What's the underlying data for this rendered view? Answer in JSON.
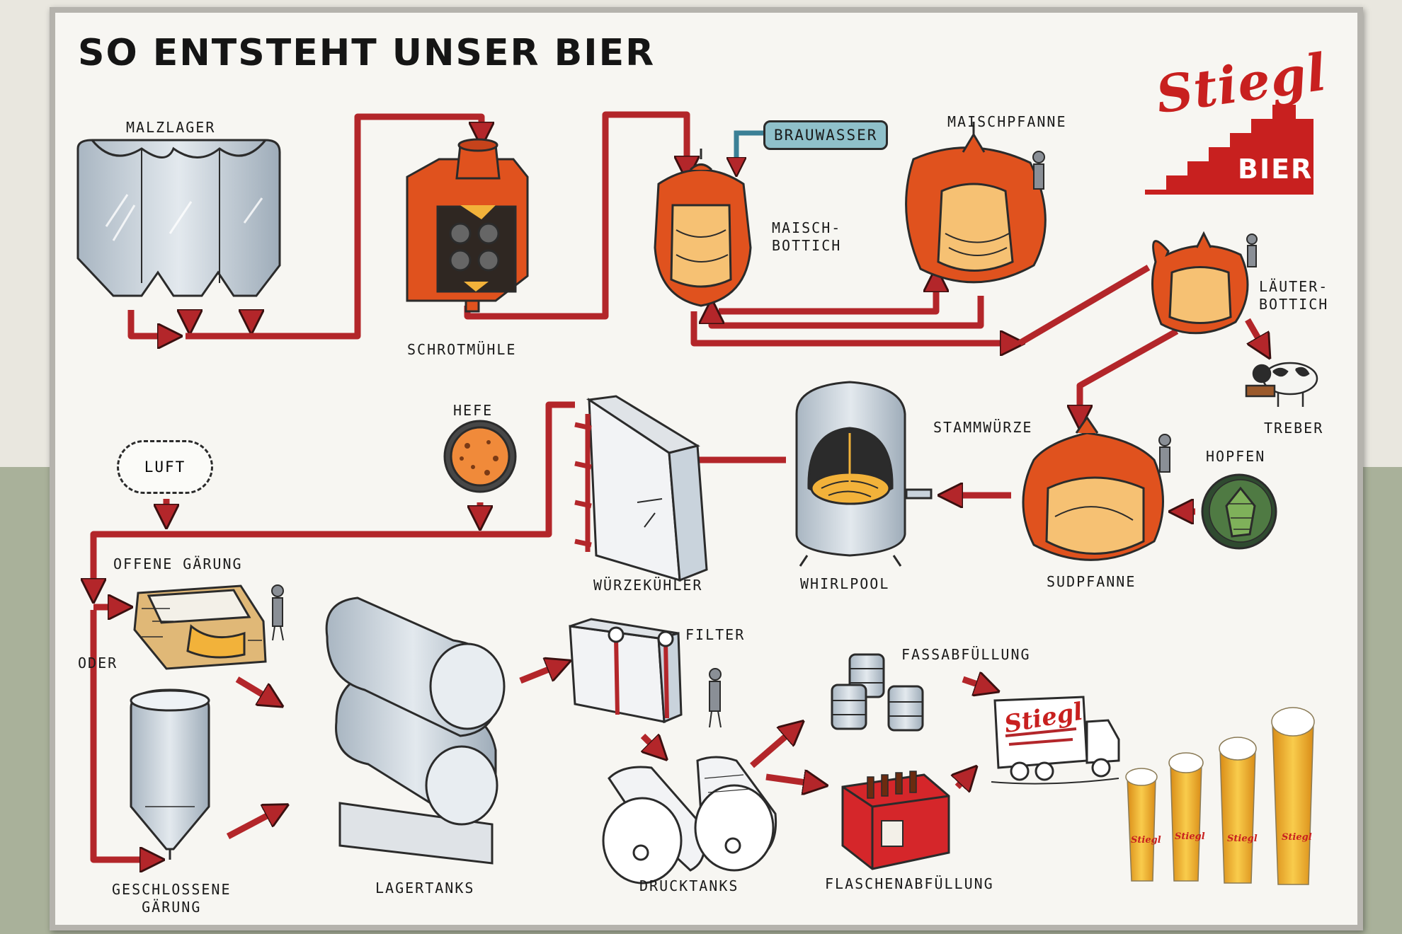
{
  "title": "SO ENTSTEHT UNSER BIER",
  "brand": {
    "name": "Stiegl",
    "product": "BIER"
  },
  "stations": {
    "malzlager": "MALZLAGER",
    "schrotmuehle": "SCHROTMÜHLE",
    "brauwasser": "BRAUWASSER",
    "maischbottich": "MAISCH-\nBOTTICH",
    "maischpfanne": "MAISCHPFANNE",
    "laeuterbottich": "LÄUTER-\nBOTTICH",
    "treber": "TREBER",
    "stammwuerze": "STAMMWÜRZE",
    "hopfen": "HOPFEN",
    "sudpfanne": "SUDPFANNE",
    "whirlpool": "WHIRLPOOL",
    "wuerzekuehler": "WÜRZEKÜHLER",
    "hefe": "HEFE",
    "luft": "LUFT",
    "offene_gaerung": "OFFENE GÄRUNG",
    "oder": "ODER",
    "geschlossene_gaerung": "GESCHLOSSENE\nGÄRUNG",
    "lagertanks": "LAGERTANKS",
    "filter": "FILTER",
    "drucktanks": "DRUCKTANKS",
    "fassabfuellung": "FASSABFÜLLUNG",
    "flaschenabfuellung": "FLASCHENABFÜLLUNG"
  },
  "colors": {
    "pipe": "#b3262a",
    "vessel_orange": "#e0521e",
    "steel": "#c9d3dc",
    "beer": "#f2b23a",
    "water_tag": "#8fc0ca"
  },
  "icons": [
    "malt-silo-icon",
    "mill-icon",
    "mash-tun-icon",
    "mash-kettle-icon",
    "lauter-tun-icon",
    "cow-icon",
    "hops-icon",
    "brew-kettle-icon",
    "whirlpool-icon",
    "wort-cooler-icon",
    "yeast-icon",
    "cloud-icon",
    "open-fermenter-icon",
    "closed-fermenter-icon",
    "lager-tank-icon",
    "filter-icon",
    "pressure-tank-icon",
    "keg-icon",
    "bottle-crate-icon",
    "truck-icon",
    "beer-glass-icon",
    "worker-icon"
  ]
}
